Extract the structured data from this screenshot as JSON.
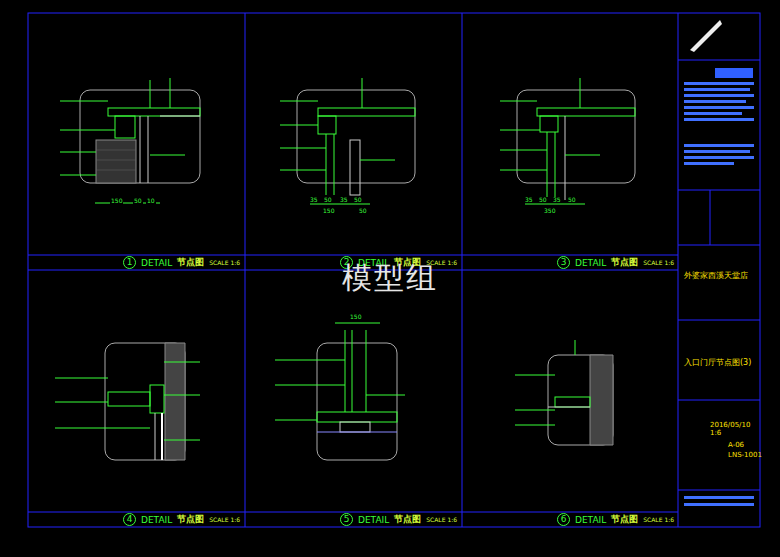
{
  "diagram": {
    "nodes": [
      {
        "text": [
          "1",
          "DETAIL",
          "节点图",
          "SCALE 1:6"
        ]
      },
      {
        "text": [
          "2",
          "DETAIL",
          "节点图",
          "SCALE 1:6"
        ]
      },
      {
        "text": [
          "3",
          "DETAIL",
          "节点图",
          "SCALE 1:6"
        ]
      },
      {
        "text": [
          "4",
          "DETAIL",
          "节点图",
          "SCALE 1:6"
        ]
      },
      {
        "text": [
          "5",
          "DETAIL",
          "节点图",
          "SCALE 1:6"
        ]
      },
      {
        "text": [
          "6",
          "DETAIL",
          "节点图",
          "SCALE 1:6"
        ]
      },
      {
        "text": [
          "外婆家西溪天堂店",
          "入口门厅节点图(3)",
          "2016/05/10",
          "1:6",
          "A-06",
          "LNS-1001"
        ]
      }
    ],
    "labels": [
      "模型组",
      "150",
      "50",
      "10",
      "35",
      "50",
      "35",
      "50",
      "150",
      "50",
      "35",
      "50",
      "35",
      "50",
      "350",
      "150"
    ]
  }
}
